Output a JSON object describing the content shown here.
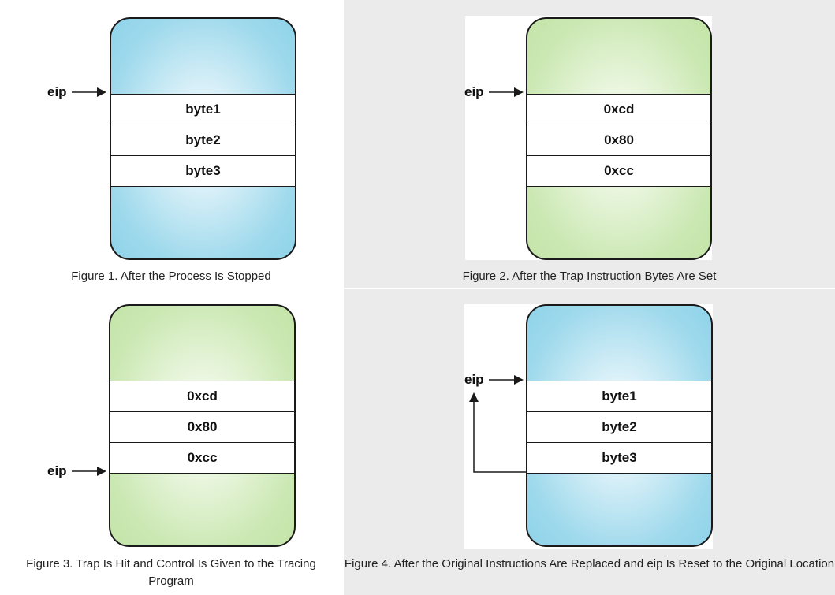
{
  "figures": [
    {
      "bytes": [
        "byte1",
        "byte2",
        "byte3"
      ],
      "eip_label": "eip",
      "caption": "Figure 1. After the Process Is Stopped",
      "theme": "blue"
    },
    {
      "bytes": [
        "0xcd",
        "0x80",
        "0xcc"
      ],
      "eip_label": "eip",
      "caption": "Figure 2. After the Trap Instruction Bytes Are Set",
      "theme": "green"
    },
    {
      "bytes": [
        "0xcd",
        "0x80",
        "0xcc"
      ],
      "eip_label": "eip",
      "caption": "Figure 3. Trap Is Hit and Control Is Given to the Tracing Program",
      "theme": "green"
    },
    {
      "bytes": [
        "byte1",
        "byte2",
        "byte3"
      ],
      "eip_label": "eip",
      "caption": "Figure 4. After the Original Instructions Are Replaced and eip Is Reset to the Original Location",
      "theme": "blue"
    }
  ],
  "colors": {
    "blue": "#8fd3ea",
    "green": "#c3e4a8",
    "cell_gray": "#ebebeb",
    "stroke": "#1a1a1a"
  }
}
